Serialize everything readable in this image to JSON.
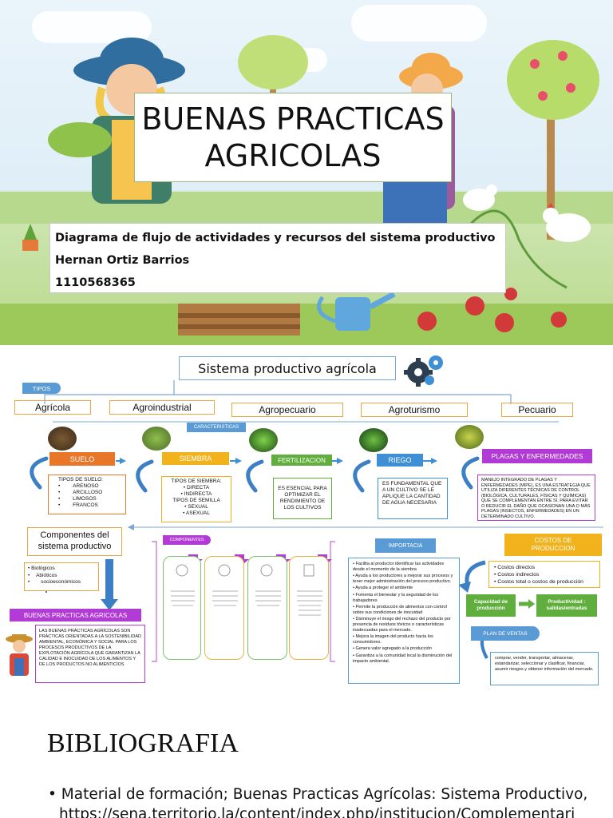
{
  "cover": {
    "title_line1": "BUENAS PRACTICAS",
    "title_line2": "AGRICOLAS",
    "subtitle": "Diagrama de flujo de actividades y recursos del sistema productivo",
    "author": "Hernan Ortiz Barrios",
    "id_number": "1110568365"
  },
  "diagram": {
    "title": "Sistema productivo agrícola",
    "tipos_label": "TIPOS",
    "types": [
      "Agrícola",
      "Agroindustrial",
      "Agropecuario",
      "Agroturismo",
      "Pecuario"
    ],
    "caracteristicas_label": "CARACTERISTICAS",
    "steps": [
      {
        "label": "SUELO",
        "color": "#e8772a"
      },
      {
        "label": "SIEMBRA",
        "color": "#f1b21c"
      },
      {
        "label": "FERTILIZACION",
        "color": "#5fae3e"
      },
      {
        "label": "RIEGO",
        "color": "#3f8fd6"
      },
      {
        "label": "PLAGAS Y ENFERMEDADES",
        "color": "#b23bd6"
      }
    ],
    "suelo_heading": "TIPOS DE SUELO:",
    "suelo_items": [
      "ARENOSO",
      "ARCILLOSO",
      "LIMOSOS",
      "FRANCOS"
    ],
    "siembra_heading": "TIPOS DE SIEMBRA:",
    "siembra_items": [
      "DIRECTA",
      "INDIRECTA"
    ],
    "semilla_heading": "TIPOS DE SEMILLA",
    "semilla_items": [
      "SEXUAL",
      "ASEXUAL"
    ],
    "fertilizacion_text": "ES ESENCIAL PARA OPTIMIZAR EL RENDIMIENTO DE LOS CULTIVOS",
    "riego_text": "ES FUNDAMENTAL QUE A UN CULTIVO SE LE APLIQUE LA CANTIDAD DE AGUA NECESARIA",
    "plagas_text": "MANEJO INTEGRADO DE PLAGAS Y ENFERMEDADES (MIPE), ES UNA ESTRATEGIA QUE UTILIZA DIFERENTES TÉCNICAS DE CONTROL (BIOLÓGICA, CULTURALES, FÍSICAS Y QUÍMICAS) QUE SE COMPLEMENTAN ENTRE SÍ, PARA EVITAR O REDUCIR EL DAÑO QUE OCASIONAN UNA O MÁS PLAGAS (INSECTOS, ENFERMEDADES) EN UN DETERMINADO CULTIVO.",
    "componentes_title": "Componentes del sistema productivo",
    "componentes_items": [
      "Biológicos",
      "Abióticos",
      "socioeconómicos"
    ],
    "componentes_label": "COMPONENTES",
    "bpa_label": "BUENAS PRACTICAS AGRICOLAS",
    "bpa_text": "LAS BUENAS PRÁCTICAS AGRÍCOLAS SON PRÁCTICAS ORIENTADAS A LA SOSTENIBILIDAD AMBIENTAL, ECONÓMICA Y SOCIAL PARA LOS PROCESOS PRODUCTIVOS DE LA EXPLOTACIÓN AGRÍCOLA QUE GARANTIZAN LA CALIDAD E INOCUIDAD DE LOS ALIMENTOS Y DE LOS PRODUCTOS NO ALIMENTICIOS",
    "importancia_label": "IMPORTACIA",
    "importancia_items": [
      "Facilita al productor identificar las actividades desde el momento de la siembra",
      "Ayuda a los productores a mejorar sus procesos y tener mejor administración del proceso productivo.",
      "Ayuda a proteger el ambiente",
      "Fomenta el bienestar y la seguridad de los trabajadores",
      "Permite la producción de alimentos con control sobre sus condiciones de inocuidad",
      "Disminuye el riesgo del rechazo del producto por presencia de residuos tóxicos o características inadecuadas para el mercado.",
      "Mejora la imagen del producto hacia los consumidores.",
      "Genera valor agregado a la producción",
      "Garantiza a la comunidad local la disminución del impacto ambiental."
    ],
    "costos_label": "COSTOS DE PRODUCCION",
    "costos_items": [
      "Costos directos",
      "Costos indirectos",
      "Costos total o costos de producción"
    ],
    "capacidad_label": "Capacidad de producción",
    "productividad_label": "Productividad : salidas/entradas",
    "plan_label": "PLAN DE VENTAS",
    "plan_text": "comprar, vender, transportar, almacenar, estandarizar, seleccionar y clasificar, financiar, asumir riesgos y obtener información del mercado."
  },
  "bibliography": {
    "title": "BIBLIOGRAFIA",
    "item_line1": "Material de formación; Buenas Practicas Agrícolas: Sistema Productivo,",
    "item_line2": "https://sena.territorio.la/content/index.php/institucion/Complementari"
  }
}
